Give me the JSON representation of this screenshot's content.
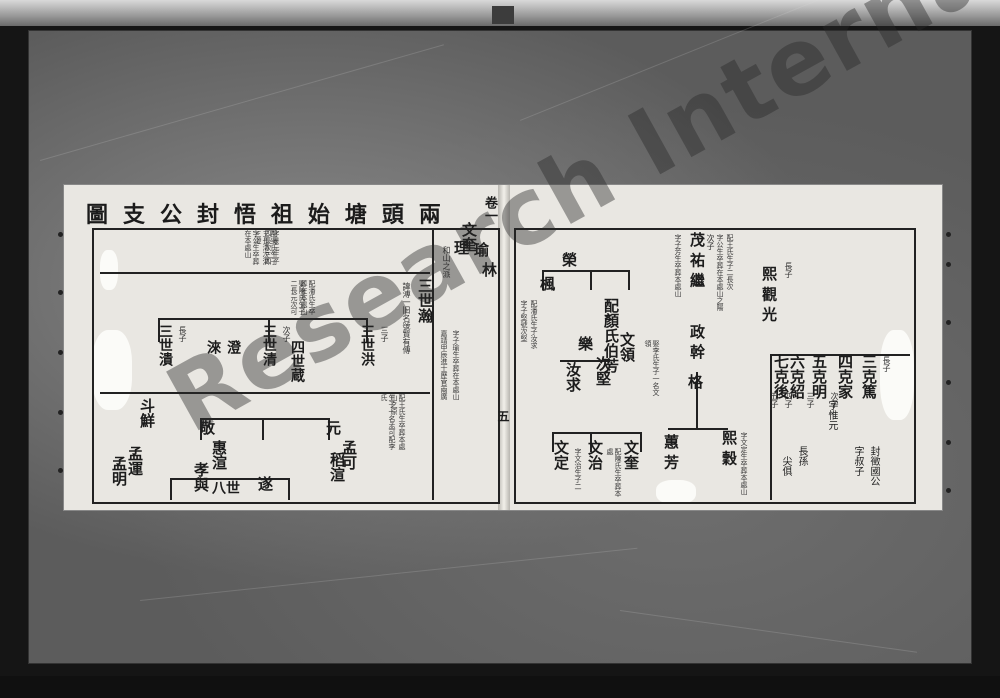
{
  "document": {
    "title_chars": [
      "兩",
      "頭",
      "塘",
      "始",
      "祖",
      "悟",
      "封",
      "公",
      "支",
      "圖"
    ],
    "watermark": "Research International",
    "page_number_right": "五"
  },
  "left_page": {
    "generation_labels": [
      {
        "text": "三世潰",
        "note": "長子"
      },
      {
        "text": "三世清",
        "note": "次子"
      },
      {
        "text": "三世洪",
        "note": "三子"
      },
      {
        "text": "澄",
        "note": ""
      },
      {
        "text": "淶",
        "note": ""
      },
      {
        "text": "四世蔵",
        "note": ""
      },
      {
        "text": "八世",
        "note": ""
      },
      {
        "text": "斗鮮",
        "note": ""
      },
      {
        "text": "元",
        "note": ""
      },
      {
        "text": "稻渲",
        "note": ""
      },
      {
        "text": "孟可",
        "note": ""
      },
      {
        "text": "孟明",
        "note": ""
      },
      {
        "text": "孟運",
        "note": ""
      },
      {
        "text": "孝與",
        "note": ""
      },
      {
        "text": "敬",
        "note": ""
      },
      {
        "text": "惠渲",
        "note": ""
      },
      {
        "text": "遂",
        "note": ""
      }
    ],
    "right_column_entries": [
      {
        "text": "三世瀚",
        "note": "諱溥一旧名號賢有傳"
      },
      {
        "text": "理",
        "note": "和山之派"
      },
      {
        "text": "文奎",
        "note": ""
      },
      {
        "text": "瑜",
        "note": ""
      },
      {
        "text": "林",
        "note": ""
      }
    ],
    "dense_notes": [
      "字公生卒葬在本處山",
      "配吳氏生子三長清次洪三澄",
      "字景元生子四長次三四",
      "娶陳氏生子二長元次可",
      "配潘氏生卒葬在本處山",
      "生子一名孟可配李氏",
      "配王氏生卒葬本處山之原",
      "嘉靖甲辰進士歷官兩廣",
      "字子瑜生卒葬在本處山"
    ]
  },
  "right_page": {
    "top_marks": "卷一",
    "main_names": [
      {
        "text": "熙  觀  光",
        "note": "長子"
      },
      {
        "text": "茂  祐  繼",
        "note": "次子"
      },
      {
        "text": "格",
        "note": ""
      },
      {
        "text": "政",
        "note": ""
      },
      {
        "text": "幹",
        "note": ""
      },
      {
        "text": "配顏氏伯芳",
        "note": ""
      },
      {
        "text": "樂",
        "note": ""
      },
      {
        "text": "文領",
        "note": ""
      },
      {
        "text": "次堅",
        "note": ""
      },
      {
        "text": "汝求",
        "note": ""
      },
      {
        "text": "榮",
        "note": ""
      },
      {
        "text": "楓",
        "note": ""
      },
      {
        "text": "文治",
        "note": ""
      },
      {
        "text": "文定",
        "note": ""
      },
      {
        "text": "文奎",
        "note": ""
      },
      {
        "text": "熙  穀",
        "note": ""
      },
      {
        "text": "蕙  芳",
        "note": ""
      }
    ],
    "right_box_entries": [
      {
        "text": "三克篤",
        "note": "長子"
      },
      {
        "text": "四克家",
        "note": "次子"
      },
      {
        "text": "五克明",
        "note": "三子"
      },
      {
        "text": "六克紹",
        "note": "四子"
      },
      {
        "text": "七克後",
        "note": "五子"
      }
    ],
    "right_box_notes": [
      "封徵國公",
      "字叔子",
      "字惟元",
      "長孫",
      "尖俱"
    ],
    "dense_notes": [
      "字公生卒葬在本處山之陽",
      "配王氏生子二長次",
      "字子芳生卒葬本處山",
      "娶李氏生子一名文領",
      "字子堅號次堅",
      "配潘氏生子汝求",
      "配陳氏生卒葬本處",
      "字文治生子二",
      "字文定生卒葬本處山"
    ]
  }
}
